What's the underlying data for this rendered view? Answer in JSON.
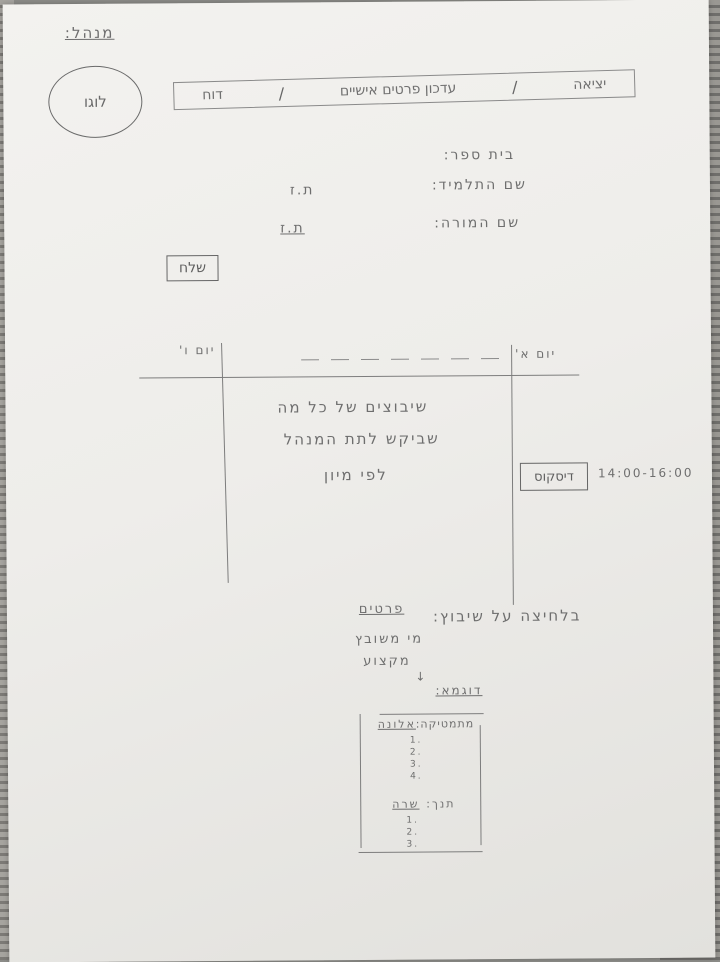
{
  "header": {
    "admin_label": "מנהל:",
    "logo": "לוגו",
    "nav": [
      "יציאה",
      "עדכון פרטים אישיים",
      "דוח"
    ]
  },
  "form": {
    "school_label": "בית ספר:",
    "student_label": "שם התלמיד:",
    "student_value": "ת.ז",
    "teacher_label": "שם המורה:",
    "teacher_value": "ת.ז",
    "send_button": "שלח"
  },
  "table": {
    "col_day": "יום א'",
    "col_other": "יום ו'",
    "time_range": "14:00-16:00",
    "lesson_button": "דיסקוס",
    "note_lines": [
      "שיבוצים של כל מה",
      "שביקש לתת המנהל",
      "לפי מיון"
    ]
  },
  "hover": {
    "title": "בלחיצה על שיבוץ:",
    "lines": [
      "פרטים",
      "מי משובץ",
      "מקצוע"
    ],
    "example_label": "דוגמא:"
  },
  "example": {
    "teacher_label": "מתמטיקה:",
    "teacher_name": "אלונה",
    "teacher_items": [
      "1.",
      "2.",
      "3.",
      "4."
    ],
    "student_label": "תנך:",
    "student_name": "שרה",
    "student_items": [
      "1.",
      "2.",
      "3."
    ]
  }
}
